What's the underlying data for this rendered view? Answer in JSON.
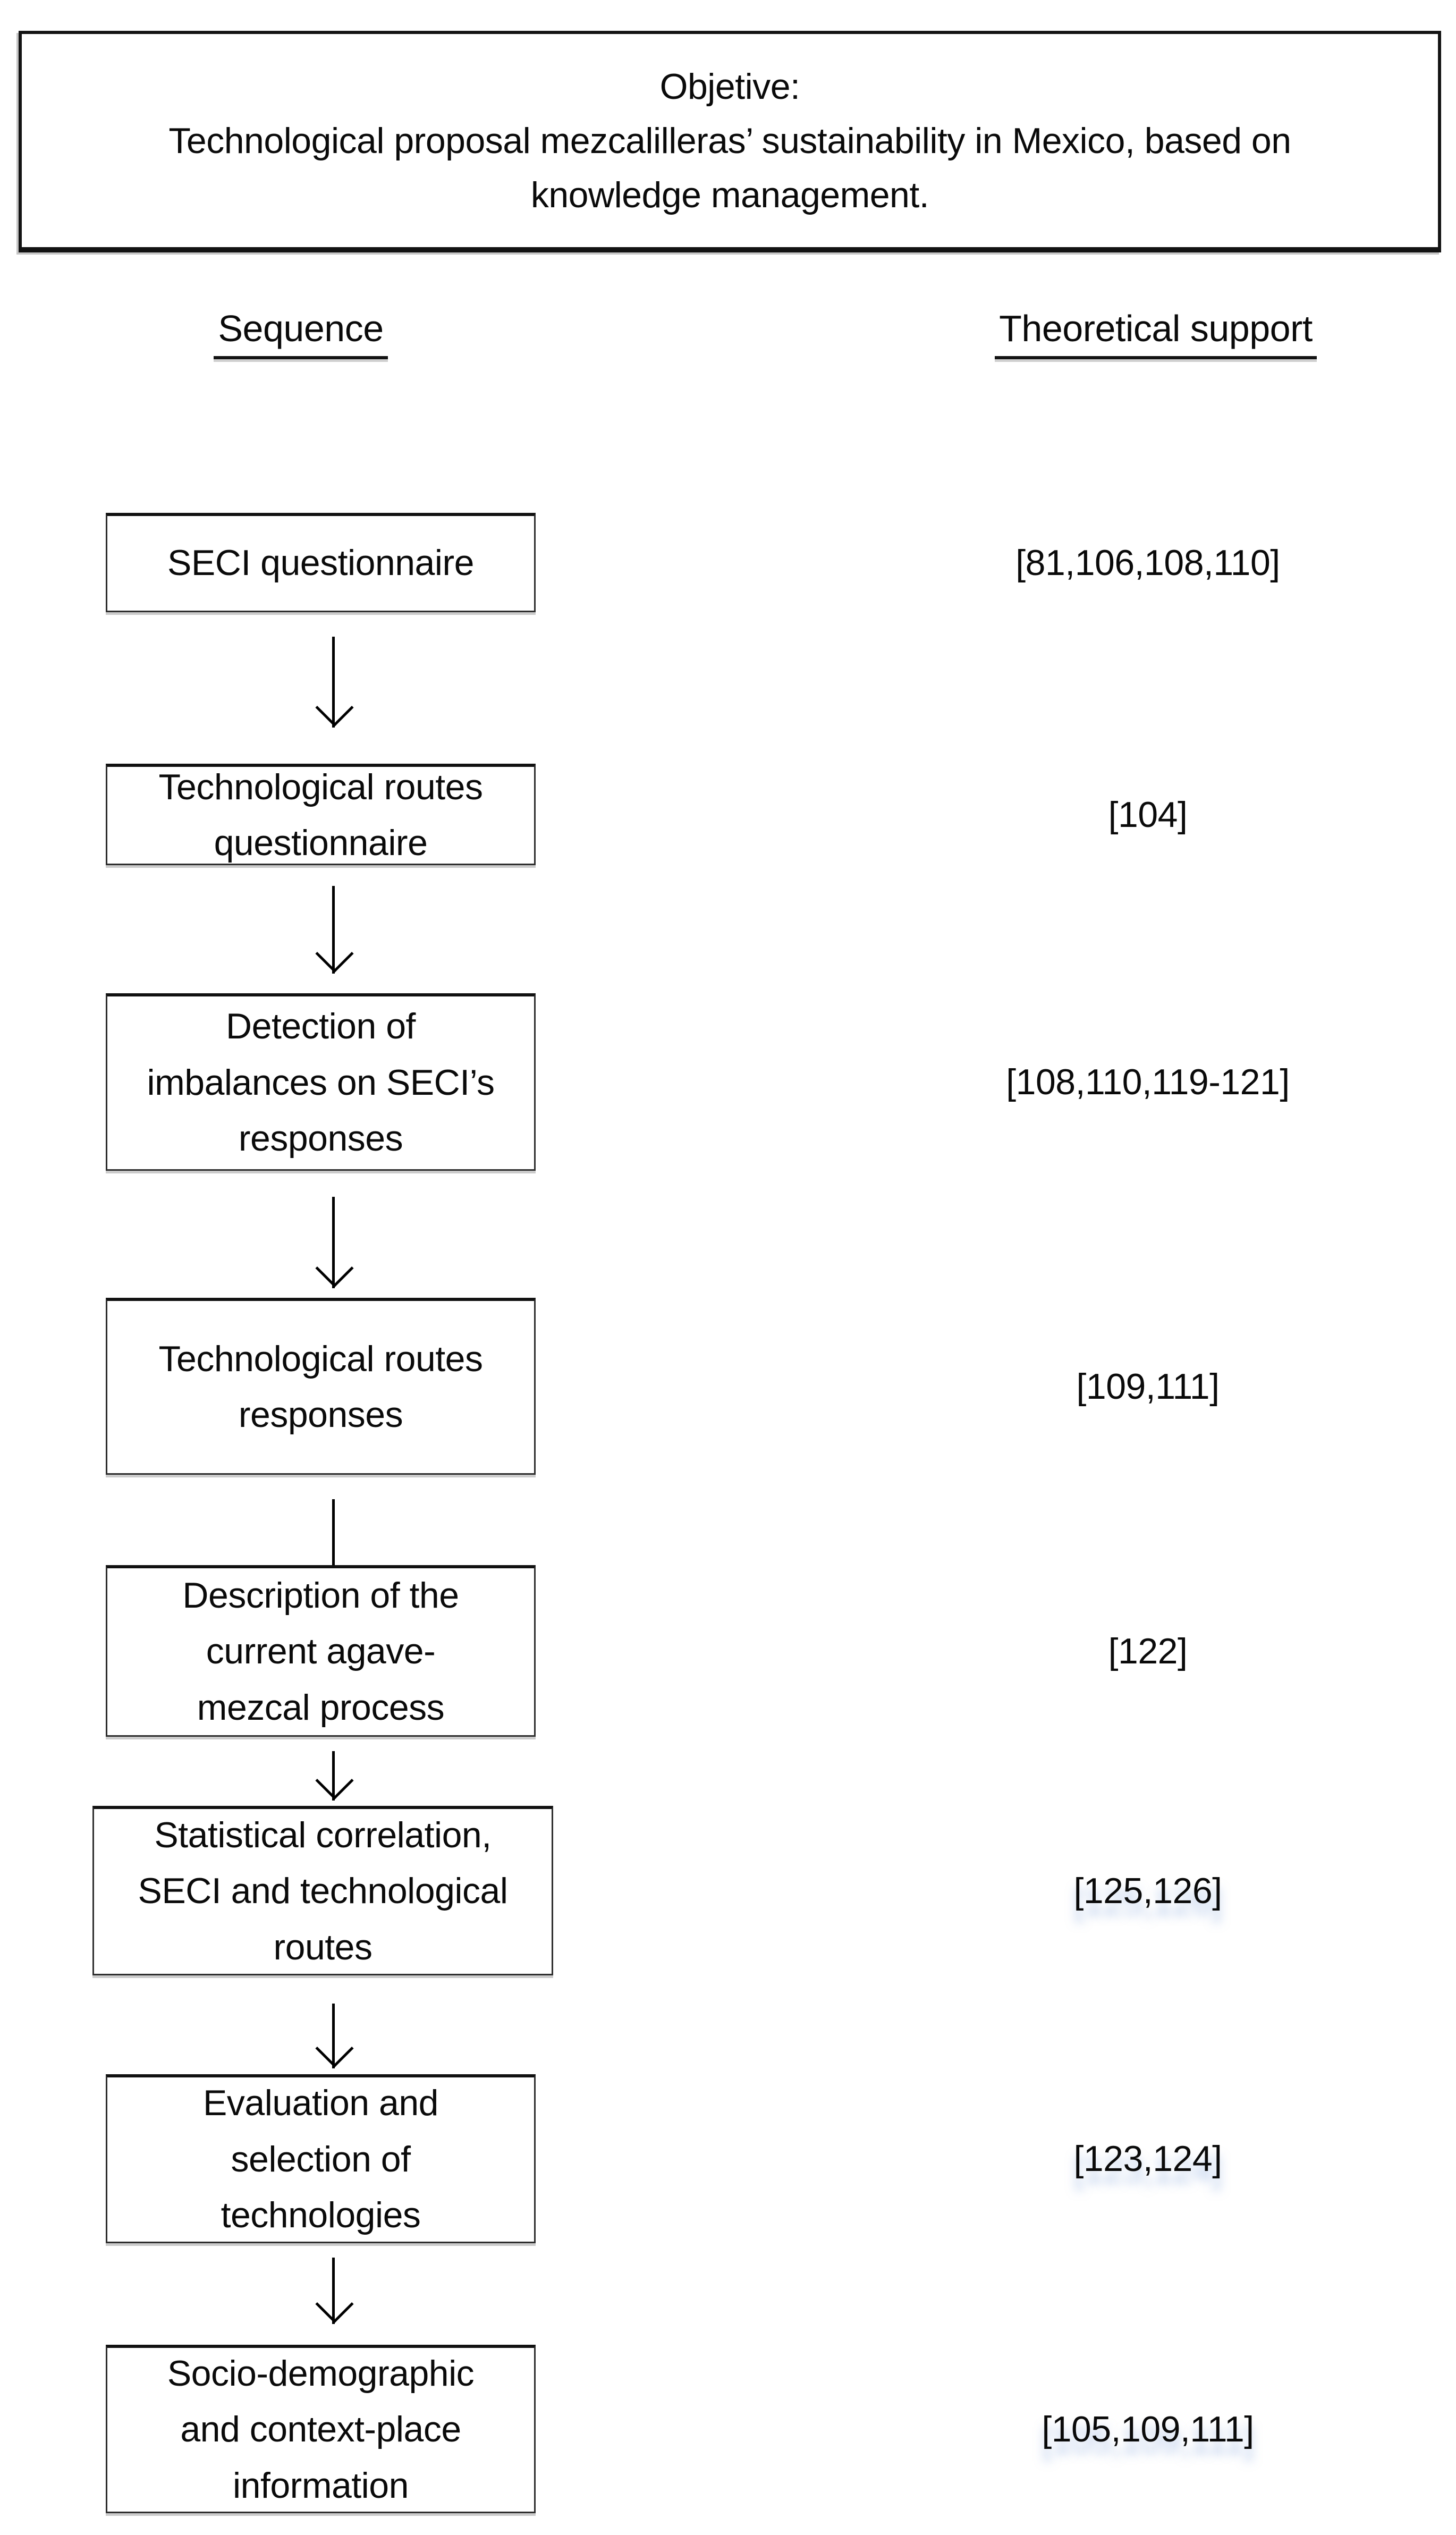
{
  "objective": {
    "text": "Objetive:\nTechnological proposal mezcalilleras’ sustainability in Mexico, based on\nknowledge management."
  },
  "columns": {
    "sequence": "Sequence",
    "theoretical_support": "Theoretical support"
  },
  "steps": [
    {
      "label": "SECI questionnaire",
      "reference": "[81,106,108,110]"
    },
    {
      "label": "Technological routes\nquestionnaire",
      "reference": "[104]"
    },
    {
      "label": "Detection of\nimbalances on SECI’s\nresponses",
      "reference": "[108,110,119-121]"
    },
    {
      "label": "Technological routes\nresponses",
      "reference": "[109,111]"
    },
    {
      "label": "Description of the\ncurrent agave-\nmezcal process",
      "reference": "[122]"
    },
    {
      "label": "Statistical correlation,\nSECI and technological\nroutes",
      "reference": "[125,126]"
    },
    {
      "label": "Evaluation and\nselection of\ntechnologies",
      "reference": "[123,124]"
    },
    {
      "label": "Socio-demographic\nand context-place\ninformation",
      "reference": "[105,109,111]"
    }
  ]
}
